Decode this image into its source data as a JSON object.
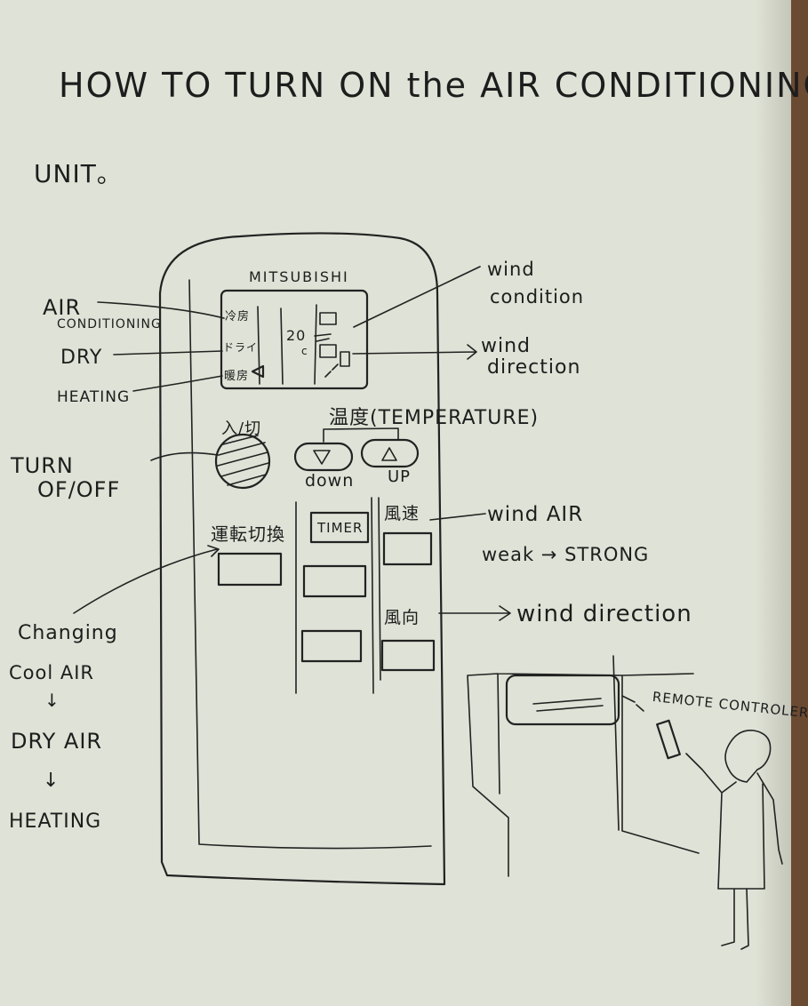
{
  "title": "HOW TO TURN ON the AIR CONDITIONING",
  "unit_label": "UNIT。",
  "remote": {
    "brand": "MITSUBISHI",
    "display": {
      "mode_cool": "冷房",
      "mode_dry": "ドライ",
      "mode_heat": "暖房",
      "temp": "20",
      "temp_unit": "c"
    },
    "power_button_label": "入/切",
    "temperature_label": "温度(TEMPERATURE)",
    "down_label": "down",
    "up_label": "UP",
    "mode_button_label": "運転切換",
    "timer_label": "TIMER",
    "fan_speed_label": "風速",
    "vane_label": "風向"
  },
  "annotations": {
    "air_conditioning_1": "AIR",
    "air_conditioning_2": "CONDITIONING",
    "dry": "DRY",
    "heating": "HEATING",
    "turn_1": "TURN",
    "turn_2": "OF/OFF",
    "wind_condition_1": "wind",
    "wind_condition_2": "condition",
    "wind_direction_1": "wind",
    "wind_direction_2": "direction",
    "wind_air_1": "wind AIR",
    "wind_air_2": "weak → STRONG",
    "wind_direction_long": "wind direction",
    "changing": "Changing",
    "cool_air": "Cool AIR",
    "arrow_1": "↓",
    "dry_air": "DRY AIR",
    "arrow_2": "↓",
    "heating_step": "HEATING",
    "remote_controller": "REMOTE CONTROLER"
  }
}
